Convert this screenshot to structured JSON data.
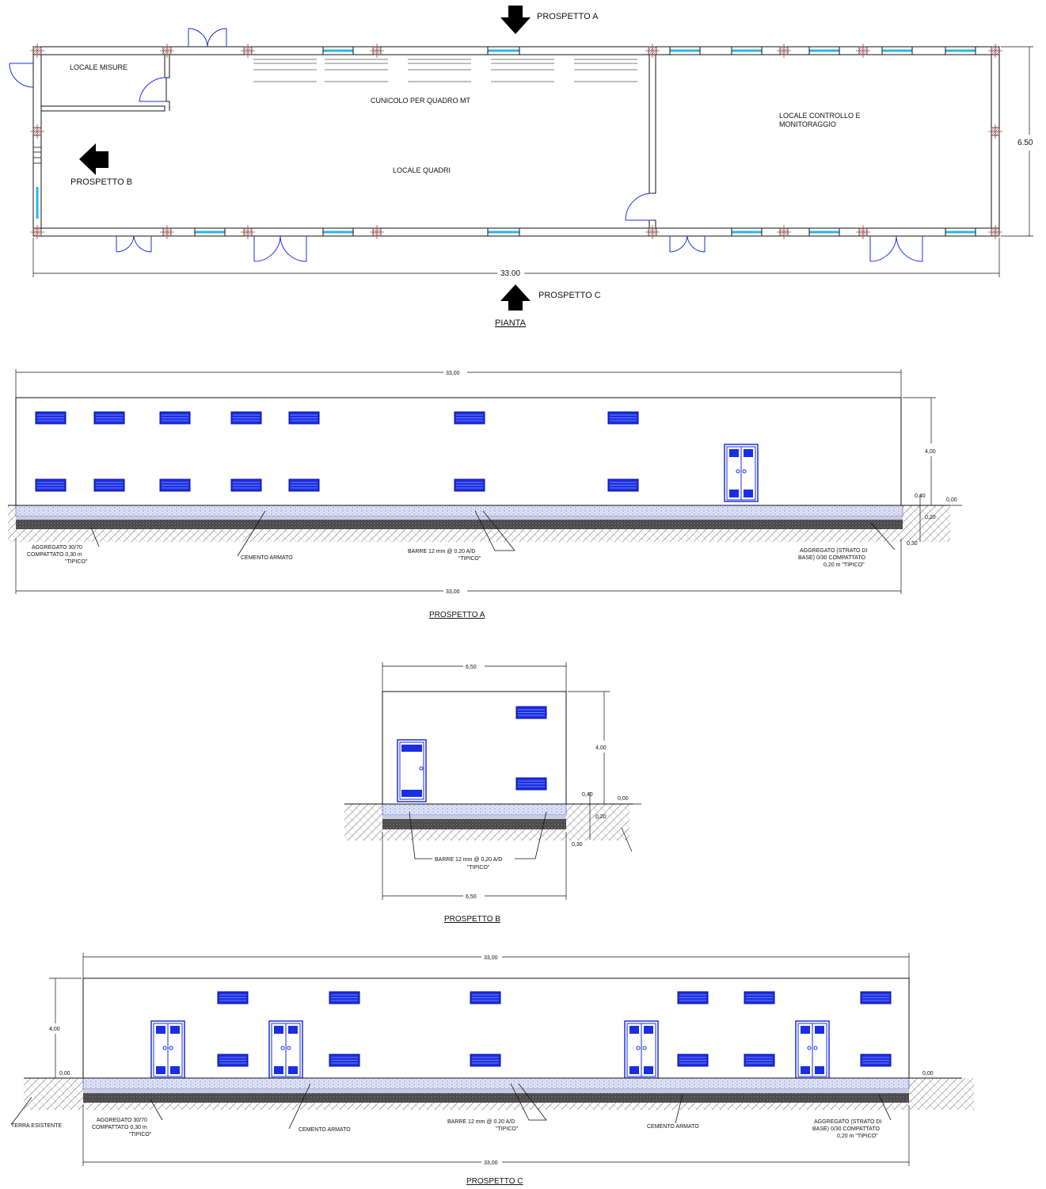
{
  "plan": {
    "title": "PIANTA",
    "room_misure": "LOCALE  MISURE",
    "room_cunicolo": "CUNICOLO PER QUADRO MT",
    "room_quadri": "LOCALE  QUADRI",
    "room_controllo_1": "LOCALE CONTROLLO E",
    "room_controllo_2": "MONITORAGGIO",
    "arrow_a": "PROSPETTO A",
    "arrow_b": "PROSPETTO B",
    "arrow_c": "PROSPETTO C",
    "dim_length": "33.00",
    "dim_width": "6.50"
  },
  "elevation_a": {
    "title": "PROSPETTO A",
    "dim_top": "33,00",
    "dim_bottom": "33,00",
    "dim_height": "4,00",
    "dim_040": "0,40",
    "dim_000": "0,00",
    "dim_020": "0,20",
    "dim_030": "0,30",
    "note_aggregato_1": "AGGREGATO 30/70",
    "note_aggregato_2": "COMPATTATO 0,30 m",
    "note_aggregato_3": "\"TIPICO\"",
    "note_cemento": "CEMENTO ARMATO",
    "note_barre_1": "BARRE 12 mm @ 0.20 A/D",
    "note_barre_2": "\"TIPICO\"",
    "note_base_1": "AGGREGATO (STRATO DI",
    "note_base_2": "BASE) 0/30 COMPATTATO",
    "note_base_3": "0,20 m \"TIPICO\""
  },
  "elevation_b": {
    "title": "PROSPETTO B",
    "dim_top": "6,50",
    "dim_bottom": "6,50",
    "dim_height": "4,00",
    "dim_040": "0,40",
    "dim_000": "0,00",
    "dim_020": "0,20",
    "dim_030": "0,30",
    "note_barre_1": "BARRE 12 mm @ 0,20 A/D",
    "note_barre_2": "\"TIPICO\""
  },
  "elevation_c": {
    "title": "PROSPETTO C",
    "dim_top": "33,00",
    "dim_bottom": "33,00",
    "dim_height": "4,00",
    "dim_000_left": "0,00",
    "dim_000_right": "0,00",
    "note_terra": "TERRA ESISTENTE",
    "note_aggregato_1": "AGGREGATO 30/70",
    "note_aggregato_2": "COMPATTATO 0,30 m",
    "note_aggregato_3": "\"TIPICO\"",
    "note_cemento_1": "CEMENTO ARMATO",
    "note_barre_1": "BARRE 12 mm @ 0.20 A/D",
    "note_barre_2": "\"TIPICO\"",
    "note_cemento_2": "CEMENTO ARMATO",
    "note_base_1": "AGGREGATO (STRATO DI",
    "note_base_2": "BASE) 0/30 COMPATTATO",
    "note_base_3": "0,20 m \"TIPICO\""
  },
  "colors": {
    "line": "#111111",
    "window_blue": "#1a2ee6",
    "glass_cyan": "#2bb3e6",
    "column_red": "#d23030",
    "slab_blue": "#3848c8",
    "hatch": "#888888"
  }
}
